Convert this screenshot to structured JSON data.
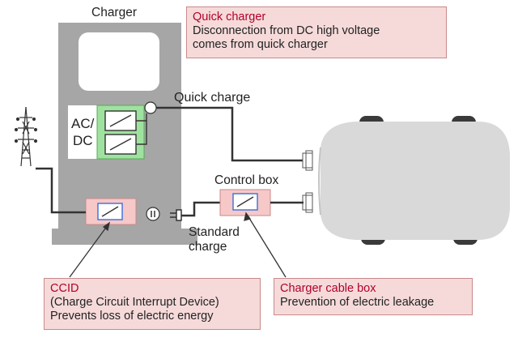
{
  "labels": {
    "charger": "Charger",
    "quick_charge": "Quick charge",
    "control_box": "Control box",
    "standard_charge_line1": "Standard",
    "standard_charge_line2": "charge",
    "ac": "AC/",
    "dc": "DC"
  },
  "callouts": {
    "quick_charger": {
      "title": "Quick charger",
      "lines": [
        "Disconnection from DC high voltage",
        "comes from quick charger"
      ]
    },
    "ccid": {
      "title": "CCID",
      "lines": [
        "(Charge Circuit Interrupt Device)",
        "Prevents loss of electric energy"
      ]
    },
    "charger_cable_box": {
      "title": "Charger cable box",
      "lines": [
        "Prevention of electric leakage"
      ]
    }
  },
  "colors": {
    "charger_body": "#a6a6a6",
    "panel_white": "#ffffff",
    "converter_green": "#9fe29f",
    "breaker_pink": "#f6c8c8",
    "switch_blue": "#3a6fd8",
    "callout_fill": "#f6dada",
    "callout_border": "#c98a8a",
    "callout_title": "#b1002a",
    "car_body": "#d9d9d9",
    "wire": "#333333"
  }
}
